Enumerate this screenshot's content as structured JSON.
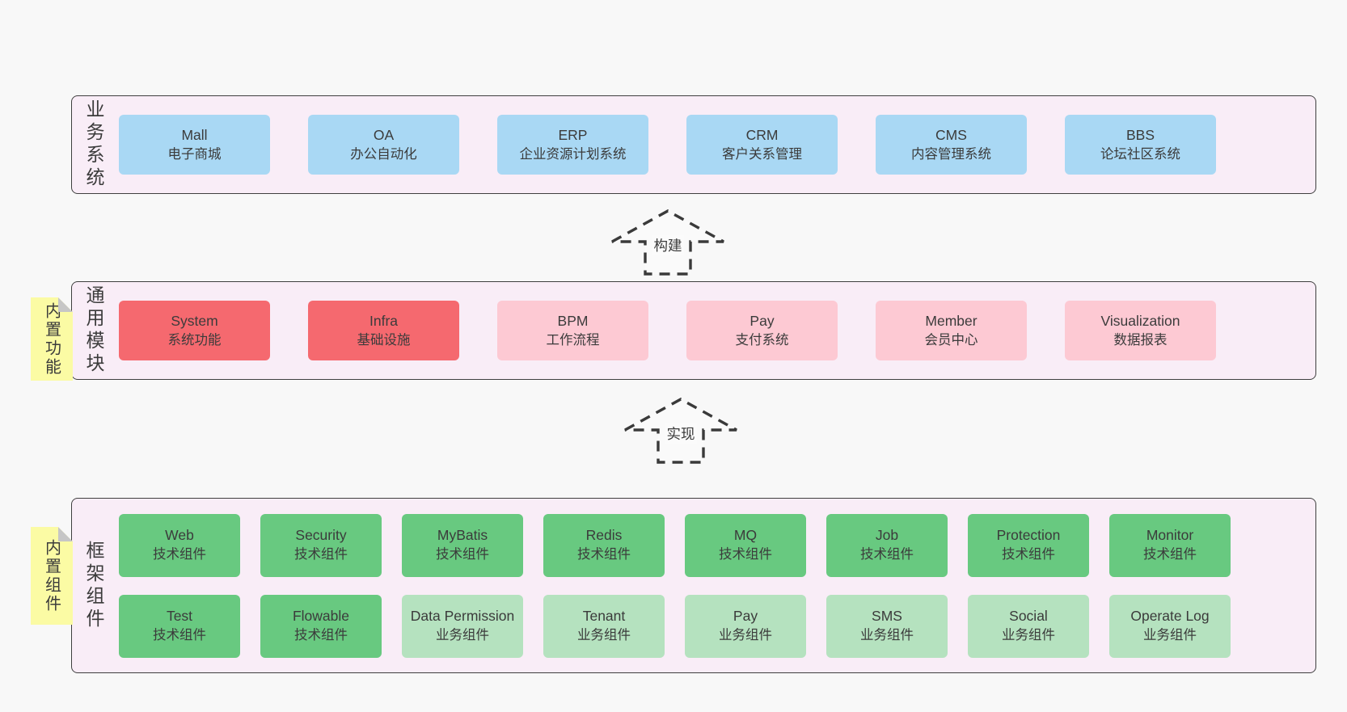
{
  "diagram_title": "",
  "panels": [
    {
      "id": "business-systems",
      "label": "业务系统",
      "note": null,
      "boxes": [
        {
          "title": "Mall",
          "subtitle": "电子商城",
          "variant": "blue"
        },
        {
          "title": "OA",
          "subtitle": "办公自动化",
          "variant": "blue"
        },
        {
          "title": "ERP",
          "subtitle": "企业资源计划系统",
          "variant": "blue"
        },
        {
          "title": "CRM",
          "subtitle": "客户关系管理",
          "variant": "blue"
        },
        {
          "title": "CMS",
          "subtitle": "内容管理系统",
          "variant": "blue"
        },
        {
          "title": "BBS",
          "subtitle": "论坛社区系统",
          "variant": "blue"
        }
      ]
    },
    {
      "id": "common-modules",
      "label": "通用模块",
      "note": "内置功能",
      "boxes": [
        {
          "title": "System",
          "subtitle": "系统功能",
          "variant": "red"
        },
        {
          "title": "Infra",
          "subtitle": "基础设施",
          "variant": "red"
        },
        {
          "title": "BPM",
          "subtitle": "工作流程",
          "variant": "pink"
        },
        {
          "title": "Pay",
          "subtitle": "支付系统",
          "variant": "pink"
        },
        {
          "title": "Member",
          "subtitle": "会员中心",
          "variant": "pink"
        },
        {
          "title": "Visualization",
          "subtitle": "数据报表",
          "variant": "pink"
        }
      ]
    },
    {
      "id": "framework-components",
      "label": "框架组件",
      "note": "内置组件",
      "rows": [
        [
          {
            "title": "Web",
            "subtitle": "技术组件",
            "variant": "green"
          },
          {
            "title": "Security",
            "subtitle": "技术组件",
            "variant": "green"
          },
          {
            "title": "MyBatis",
            "subtitle": "技术组件",
            "variant": "green"
          },
          {
            "title": "Redis",
            "subtitle": "技术组件",
            "variant": "green"
          },
          {
            "title": "MQ",
            "subtitle": "技术组件",
            "variant": "green"
          },
          {
            "title": "Job",
            "subtitle": "技术组件",
            "variant": "green"
          },
          {
            "title": "Protection",
            "subtitle": "技术组件",
            "variant": "green"
          },
          {
            "title": "Monitor",
            "subtitle": "技术组件",
            "variant": "green"
          }
        ],
        [
          {
            "title": "Test",
            "subtitle": "技术组件",
            "variant": "green"
          },
          {
            "title": "Flowable",
            "subtitle": "技术组件",
            "variant": "green"
          },
          {
            "title": "Data Permission",
            "subtitle": "业务组件",
            "variant": "green-light"
          },
          {
            "title": "Tenant",
            "subtitle": "业务组件",
            "variant": "green-light"
          },
          {
            "title": "Pay",
            "subtitle": "业务组件",
            "variant": "green-light"
          },
          {
            "title": "SMS",
            "subtitle": "业务组件",
            "variant": "green-light"
          },
          {
            "title": "Social",
            "subtitle": "业务组件",
            "variant": "green-light"
          },
          {
            "title": "Operate Log",
            "subtitle": "业务组件",
            "variant": "green-light"
          }
        ]
      ]
    }
  ],
  "arrows": [
    {
      "label": "构建"
    },
    {
      "label": "实现"
    }
  ],
  "colors": {
    "page_bg": "#f8f8f8",
    "panel_bg": "#f9edf7",
    "panel_border": "#3f3f3f",
    "blue": "#a9d8f4",
    "red": "#f5696f",
    "pink": "#fdc9d3",
    "green": "#68c980",
    "green_light": "#b5e2bf",
    "note_yellow": "#fbfba4",
    "fold": "#c6c6c6",
    "text": "#3b3b3b",
    "arrow": "#3a3a3a"
  }
}
